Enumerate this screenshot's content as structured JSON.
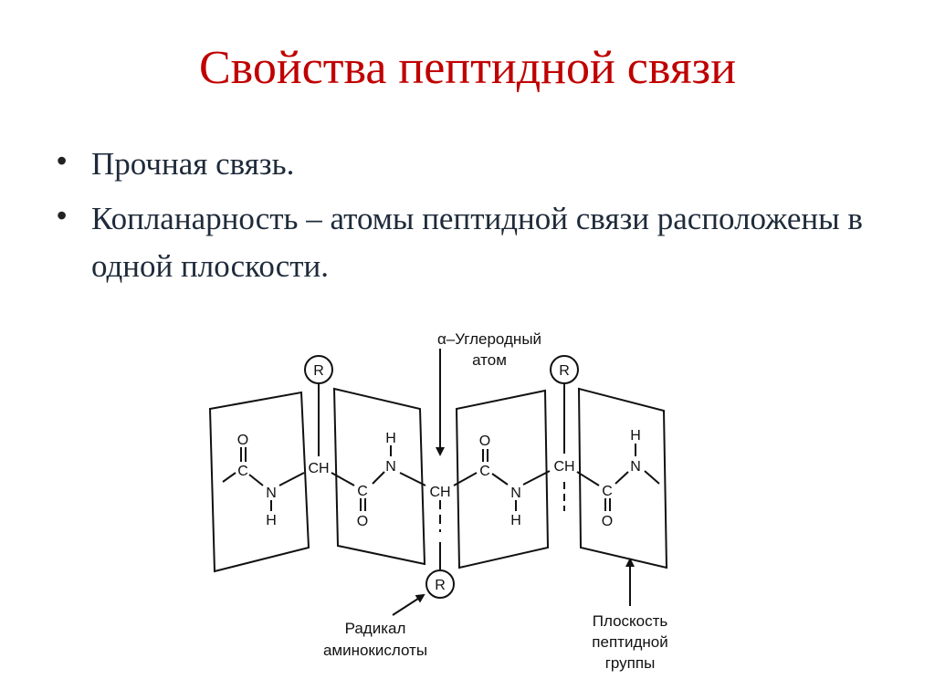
{
  "slide": {
    "title": "Свойства пептидной связи",
    "bullets": [
      "Прочная связь.",
      "Копланарность – атомы пептидной связи расположены в одной плоскости."
    ]
  },
  "diagram": {
    "atoms": {
      "o1": "O",
      "c1": "C",
      "n1": "N",
      "h1": "H",
      "ch1": "CH",
      "r1": "R",
      "h2": "H",
      "n2": "N",
      "c2": "C",
      "o2": "O",
      "ch2": "CH",
      "r2": "R",
      "o3": "O",
      "c3": "C",
      "n3": "N",
      "h3": "H",
      "ch3": "CH",
      "r3": "R",
      "h4": "H",
      "n4": "N",
      "c4": "C",
      "o4": "O"
    },
    "labels": {
      "alpha_carbon_line1": "α–Углеродный",
      "alpha_carbon_line2": "атом",
      "radical_line1": "Радикал",
      "radical_line2": "аминокислоты",
      "plane_line1": "Плоскость",
      "plane_line2": "пептидной",
      "plane_line3": "группы"
    }
  }
}
